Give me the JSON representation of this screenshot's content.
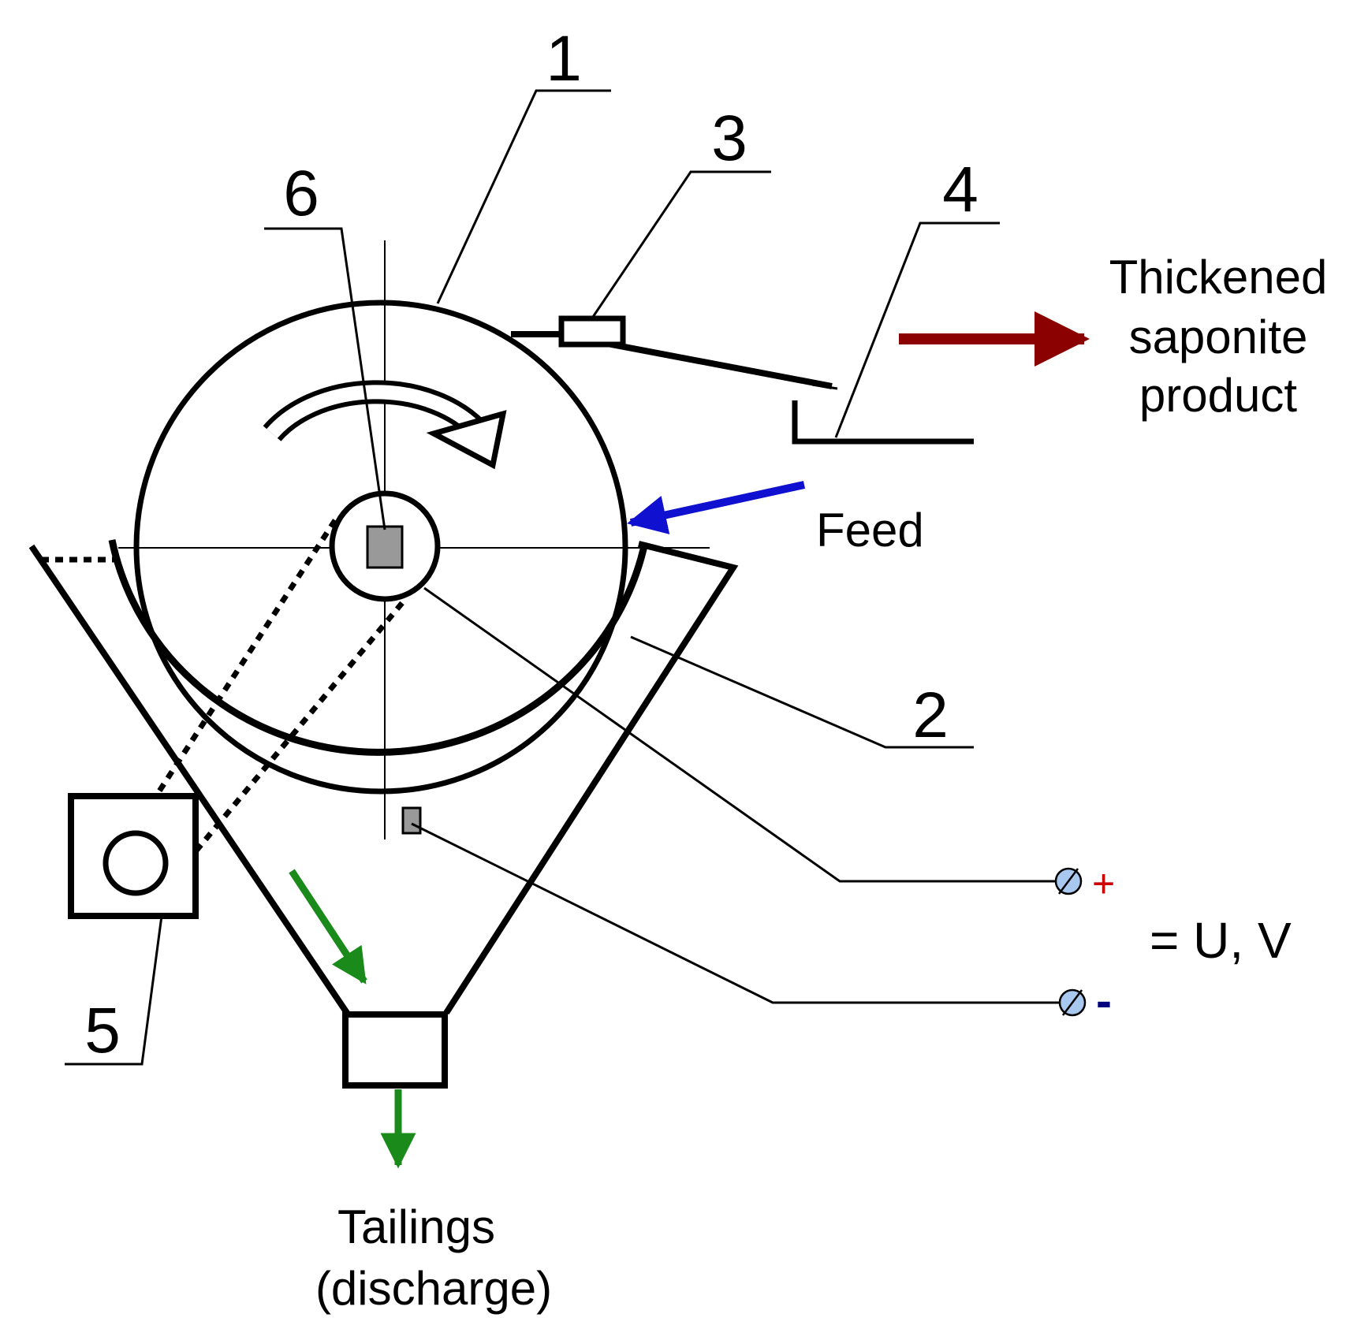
{
  "callouts": {
    "n1": "1",
    "n2": "2",
    "n3": "3",
    "n4": "4",
    "n5": "5",
    "n6": "6"
  },
  "labels": {
    "thickened_line1": "Thickened",
    "thickened_line2": "saponite",
    "thickened_line3": "product",
    "feed": "Feed",
    "tailings_line1": "Tailings",
    "tailings_line2": "(discharge)",
    "voltage": "= U, V",
    "plus": "+",
    "minus": "-"
  },
  "colors": {
    "line": "#000000",
    "product_arrow": "#8b0000",
    "feed_arrow": "#1010d0",
    "tailings_arrow": "#1a8a1a",
    "plus": "#cc0000",
    "minus": "#000080",
    "terminal_fill": "#a8c8f0",
    "electrode_fill": "#999999"
  }
}
